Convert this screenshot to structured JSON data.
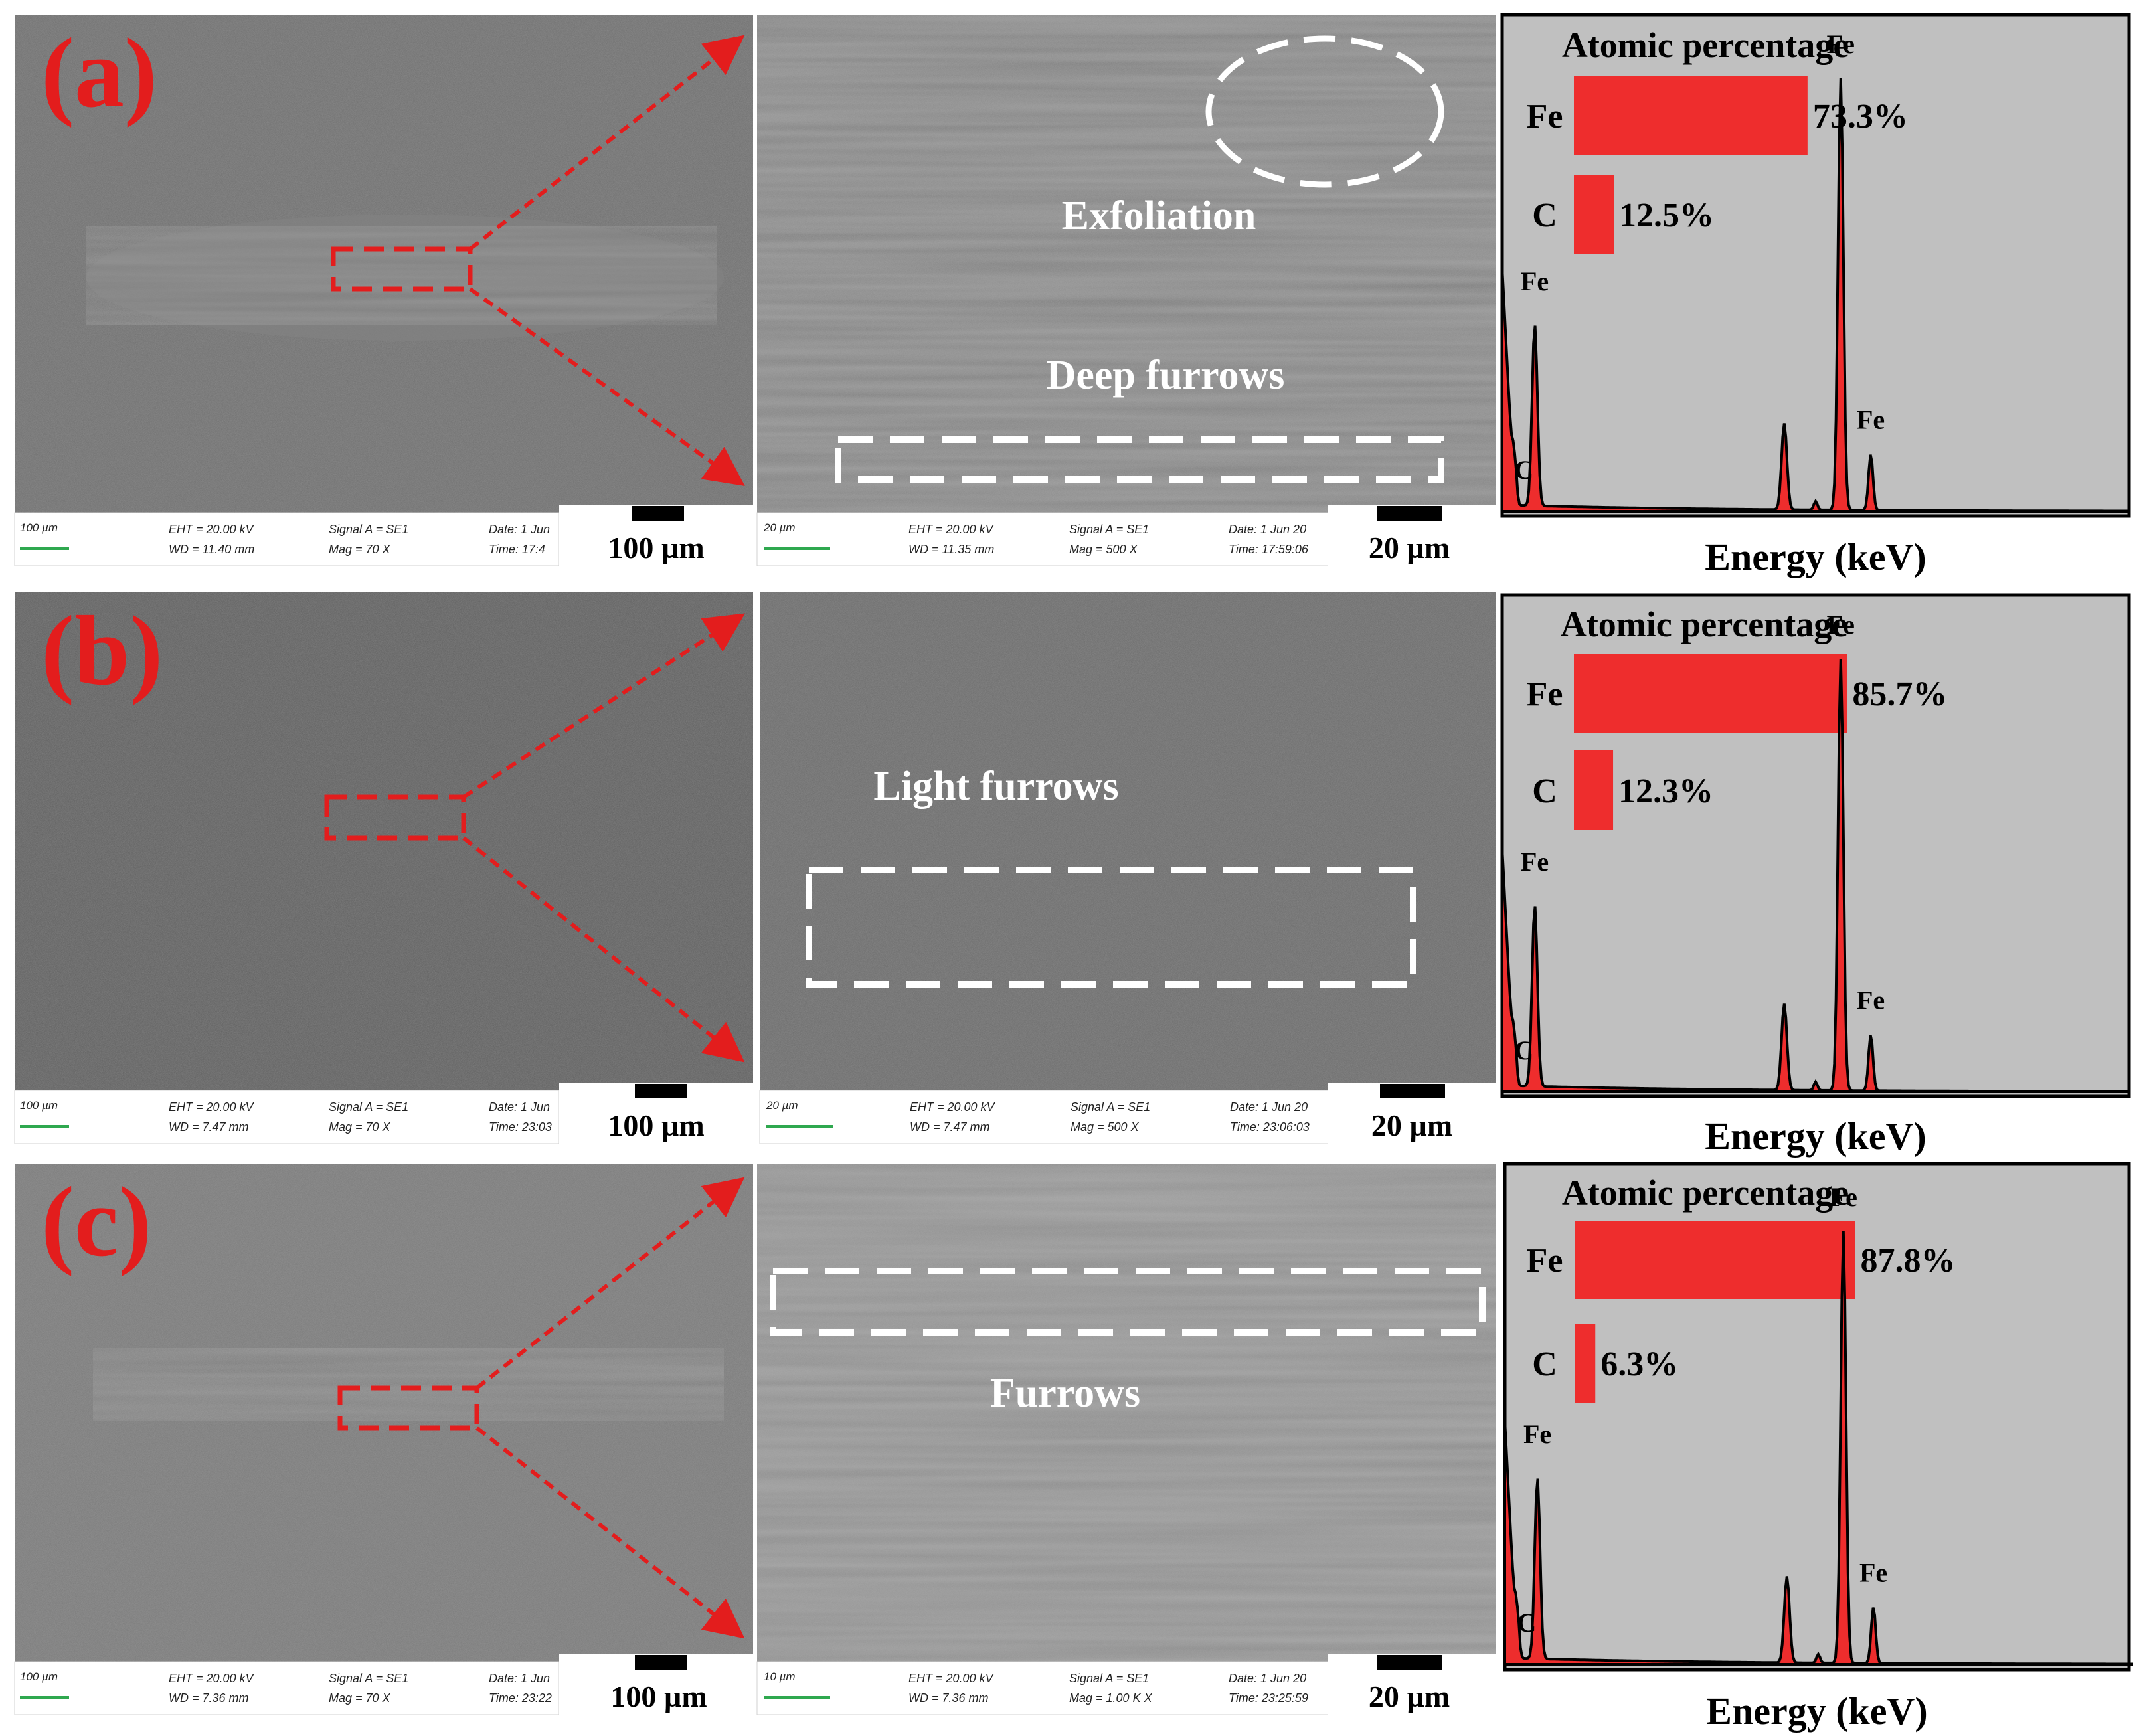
{
  "figure": {
    "panels": [
      {
        "label": "(a)",
        "sem_overview": {
          "scale_label": "100 µm",
          "info_scalebar": "100 µm",
          "info_lines": [
            "EHT = 20.00 kV",
            "WD = 11.40 mm",
            "Signal A = SE1",
            "Mag =    70 X",
            "Date: 1 Jun",
            "Time: 17:4"
          ]
        },
        "sem_zoom": {
          "scale_label": "20 µm",
          "info_scalebar": "20 µm",
          "info_lines": [
            "EHT = 20.00 kV",
            "WD = 11.35 mm",
            "Signal A = SE1",
            "Mag =   500 X",
            "Date: 1 Jun 20",
            "Time: 17:59:06"
          ],
          "annotations": [
            "Exfoliation",
            "Deep furrows"
          ]
        },
        "eds": {
          "title": "Atomic percentage",
          "xlabel": "Energy (keV)",
          "bars": [
            {
              "element": "Fe",
              "value": 73.3,
              "label": "73.3%"
            },
            {
              "element": "C",
              "value": 12.5,
              "label": "12.5%"
            }
          ],
          "peak_labels": [
            "C",
            "Fe",
            "Fe",
            "Fe"
          ]
        }
      },
      {
        "label": "(b)",
        "sem_overview": {
          "scale_label": "100 µm",
          "info_scalebar": "100 µm",
          "info_lines": [
            "EHT = 20.00 kV",
            "WD = 7.47 mm",
            "Signal A = SE1",
            "Mag =    70 X",
            "Date: 1 Jun",
            "Time: 23:03"
          ]
        },
        "sem_zoom": {
          "scale_label": "20 µm",
          "info_scalebar": "20 µm",
          "info_lines": [
            "EHT = 20.00 kV",
            "WD = 7.47 mm",
            "Signal A = SE1",
            "Mag =   500 X",
            "Date: 1 Jun 20",
            "Time: 23:06:03"
          ],
          "annotations": [
            "Light furrows"
          ]
        },
        "eds": {
          "title": "Atomic percentage",
          "xlabel": "Energy (keV)",
          "bars": [
            {
              "element": "Fe",
              "value": 85.7,
              "label": "85.7%"
            },
            {
              "element": "C",
              "value": 12.3,
              "label": "12.3%"
            }
          ],
          "peak_labels": [
            "C",
            "Fe",
            "Fe",
            "Fe"
          ]
        }
      },
      {
        "label": "(c)",
        "sem_overview": {
          "scale_label": "100 µm",
          "info_scalebar": "100 µm",
          "info_lines": [
            "EHT = 20.00 kV",
            "WD = 7.36 mm",
            "Signal A = SE1",
            "Mag =    70 X",
            "Date: 1 Jun",
            "Time: 23:22"
          ]
        },
        "sem_zoom": {
          "scale_label": "20 µm",
          "info_scalebar": "10 µm",
          "info_lines": [
            "EHT = 20.00 kV",
            "WD = 7.36 mm",
            "Signal A = SE1",
            "Mag =  1.00 K X",
            "Date: 1 Jun 20",
            "Time: 23:25:59"
          ],
          "annotations": [
            "Furrows"
          ]
        },
        "eds": {
          "title": "Atomic percentage",
          "xlabel": "Energy (keV)",
          "bars": [
            {
              "element": "Fe",
              "value": 87.8,
              "label": "87.8%"
            },
            {
              "element": "C",
              "value": 6.3,
              "label": "6.3%"
            }
          ],
          "peak_labels": [
            "C",
            "Fe",
            "Fe",
            "Fe"
          ]
        }
      }
    ]
  },
  "colors": {
    "accent_red": "#e31d1d",
    "eds_background": "#c0c0c0",
    "bar_fill": "#ee2d2d",
    "sem_base": "#6e6e6e",
    "dashed_white": "#ffffff"
  }
}
